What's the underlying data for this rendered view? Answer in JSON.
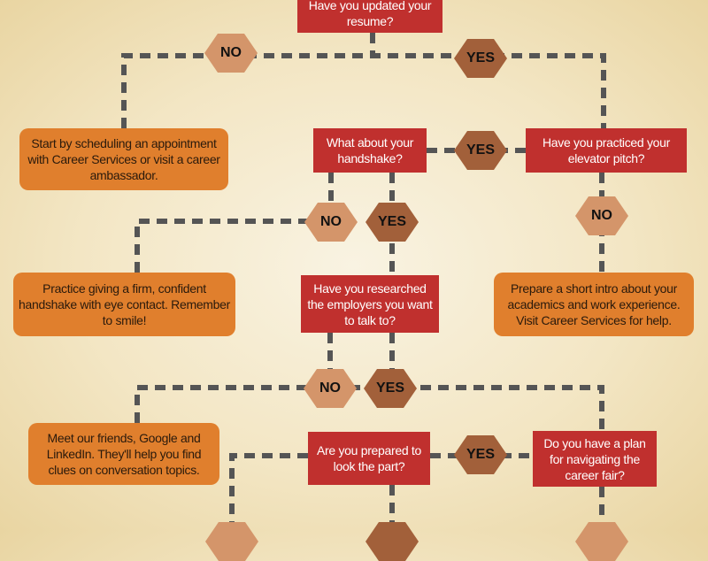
{
  "colors": {
    "question": "#c0302e",
    "advice": "#e07f2d",
    "no": "#d4956a",
    "yes": "#a2603a",
    "connector": "#555555"
  },
  "questions": {
    "resume": "Have you updated your resume?",
    "handshake": "What about your handshake?",
    "pitch": "Have you practiced your elevator pitch?",
    "research": "Have you researched the employers you want to talk to?",
    "look": "Are you prepared to look the part?",
    "plan": "Do you have a plan for navigating the career fair?"
  },
  "advice": {
    "career_services": "Start by scheduling an appointment with Career Services or visit a career ambassador.",
    "handshake": "Practice giving a firm, confident handshake with eye contact. Remember to smile!",
    "intro": "Prepare a short intro about your academics and work experience. Visit Career Services for help.",
    "research": "Meet our friends, Google and LinkedIn.  They'll help you find clues on conversation topics."
  },
  "labels": {
    "no": "NO",
    "yes": "YES"
  }
}
